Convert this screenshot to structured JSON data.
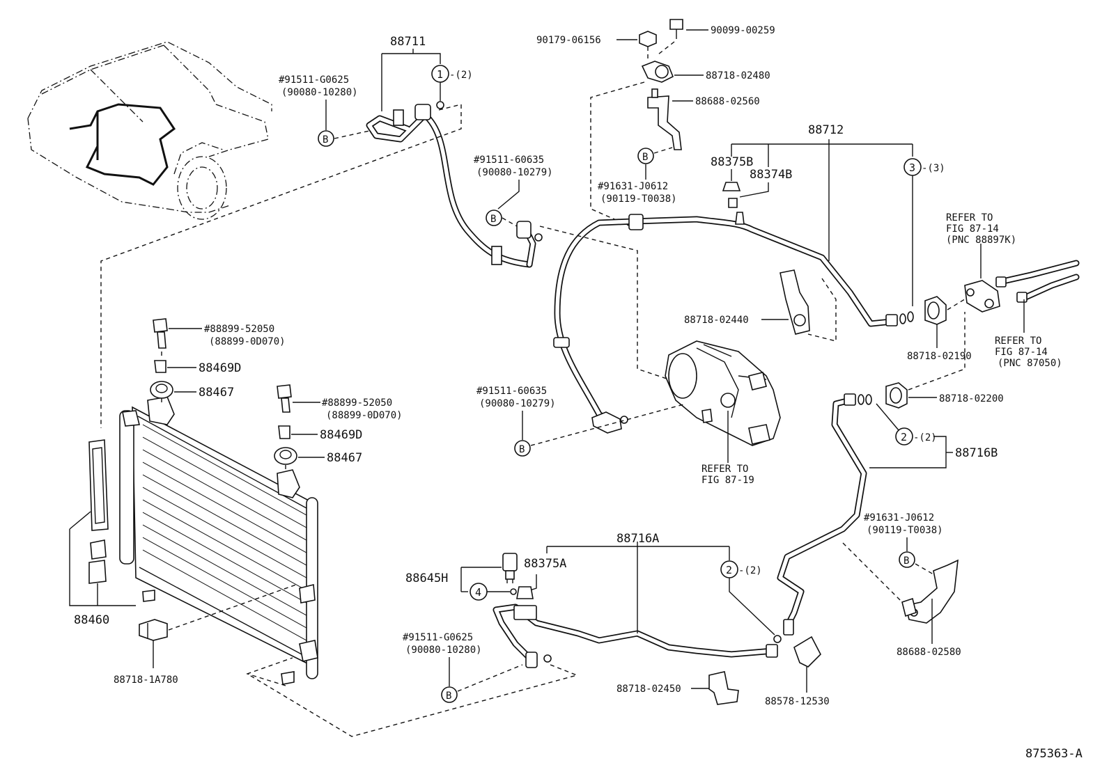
{
  "figure_id": "875363-A",
  "labels": {
    "p88711": "88711",
    "p88711_ref1": "#91511-G0625",
    "p88711_ref2": "(90080-10280)",
    "circle1": "1",
    "circle1_qty": "-(2)",
    "bolt_b1": "B",
    "ref_91511_60635_a1": "#91511-60635",
    "ref_91511_60635_a2": "(90080-10279)",
    "bolt_b2": "B",
    "p90179": "90179-06156",
    "p90099": "90099-00259",
    "p88718_02480": "88718-02480",
    "p88688_02560": "88688-02560",
    "bolt_b3": "B",
    "ref_91631_a1": "#91631-J0612",
    "ref_91631_a2": "(90119-T0038)",
    "p88712": "88712",
    "p88375B": "88375B",
    "p88374B": "88374B",
    "circle3": "3",
    "circle3_qty": "-(3)",
    "refer_a1": "REFER TO",
    "refer_a2": "FIG 87-14",
    "refer_a3": "(PNC 88897K)",
    "refer_b1": "REFER TO",
    "refer_b2": "FIG 87-14",
    "refer_b3": "(PNC 87050)",
    "p88718_02440": "88718-02440",
    "p88718_02190": "88718-02190",
    "p88718_02200": "88718-02200",
    "circle2a": "2",
    "circle2a_qty": "-(2)",
    "p88716B": "88716B",
    "refer_c1": "REFER TO",
    "refer_c2": "FIG 87-19",
    "ref_91511_60635_b1": "#91511-60635",
    "ref_91511_60635_b2": "(90080-10279)",
    "bolt_b4": "B",
    "ref_88899_a1": "#88899-52050",
    "ref_88899_a2": "(88899-0D070)",
    "p88469D_a": "88469D",
    "p88467_a": "88467",
    "ref_88899_b1": "#88899-52050",
    "ref_88899_b2": "(88899-0D070)",
    "p88469D_b": "88469D",
    "p88467_b": "88467",
    "p88460": "88460",
    "p88718_1A780": "88718-1A780",
    "p88716A": "88716A",
    "p88375A": "88375A",
    "p88645H": "88645H",
    "circle4": "4",
    "circle2b": "2",
    "circle2b_qty": "-(2)",
    "ref_91511_G0625_b1": "#91511-G0625",
    "ref_91511_G0625_b2": "(90080-10280)",
    "bolt_b5": "B",
    "ref_91631_b1": "#91631-J0612",
    "ref_91631_b2": "(90119-T0038)",
    "bolt_b6": "B",
    "p88688_02580": "88688-02580",
    "p88718_02450": "88718-02450",
    "p88578_12530": "88578-12530"
  }
}
